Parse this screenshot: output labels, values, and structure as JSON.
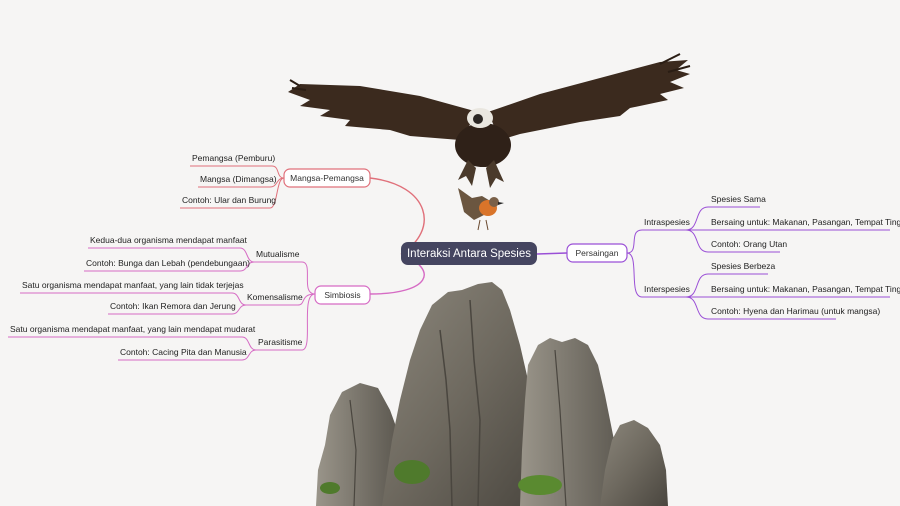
{
  "colors": {
    "background": "#f6f5f4",
    "central_bg": "#454560",
    "predator_branch": "#e0707a",
    "symbiosis_branch": "#d66bc4",
    "competition_branch": "#9a4fd6"
  },
  "central": {
    "label": "Interaksi Antara Spesies"
  },
  "predator_prey": {
    "label": "Mangsa-Pemangsa",
    "items": [
      "Pemangsa (Pemburu)",
      "Mangsa (Dimangsa)",
      "Contoh: Ular dan Burung"
    ]
  },
  "symbiosis": {
    "label": "Simbiosis",
    "mutualism": {
      "label": "Mutualisme",
      "items": [
        "Kedua-dua organisma mendapat manfaat",
        "Contoh: Bunga dan Lebah (pendebungaan)"
      ]
    },
    "commensalism": {
      "label": "Komensalisme",
      "items": [
        "Satu organisma mendapat manfaat, yang lain tidak terjejas",
        "Contoh: Ikan Remora dan Jerung"
      ]
    },
    "parasitism": {
      "label": "Parasitisme",
      "items": [
        "Satu organisma mendapat manfaat, yang lain mendapat mudarat",
        "Contoh: Cacing Pita dan Manusia"
      ]
    }
  },
  "competition": {
    "label": "Persaingan",
    "intraspecies": {
      "label": "Intraspesies",
      "items": [
        "Spesies Sama",
        "Bersaing untuk: Makanan, Pasangan, Tempat Tinggal",
        "Contoh: Orang Utan"
      ]
    },
    "interspecies": {
      "label": "Interspesies",
      "items": [
        "Spesies Berbeza",
        "Bersaing untuk: Makanan, Pasangan, Tempat Tinggal",
        "Contoh: Hyena dan Harimau (untuk mangsa)"
      ]
    }
  },
  "illustration": {
    "vulture": "vulture-illustration",
    "robin": "robin-illustration",
    "rocks": "rock-formation-illustration"
  }
}
